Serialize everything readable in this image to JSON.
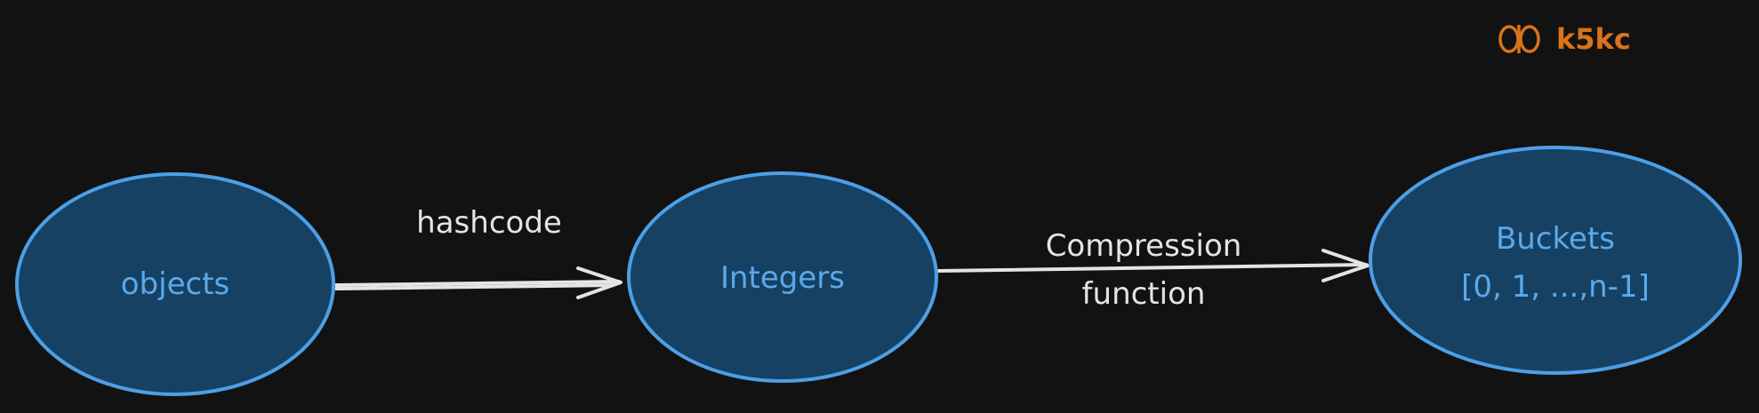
{
  "colors": {
    "background": "#121212",
    "node_fill": "#164163",
    "node_stroke": "#4d9fe6",
    "node_text": "#5aa9ec",
    "edge": "#e4e4e4",
    "edge_text": "#e4e4e4",
    "logo": "#d9731a"
  },
  "logo": {
    "text": "k5kc",
    "icon": "infinity-knot-icon"
  },
  "nodes": [
    {
      "id": "objects",
      "lines": [
        "objects"
      ]
    },
    {
      "id": "integers",
      "lines": [
        "Integers"
      ]
    },
    {
      "id": "buckets",
      "lines": [
        "Buckets",
        "[0, 1, ...,n-1]"
      ]
    }
  ],
  "edges": [
    {
      "from": "objects",
      "to": "integers",
      "label_lines": [
        "hashcode"
      ]
    },
    {
      "from": "integers",
      "to": "buckets",
      "label_lines": [
        "Compression",
        "function"
      ]
    }
  ]
}
